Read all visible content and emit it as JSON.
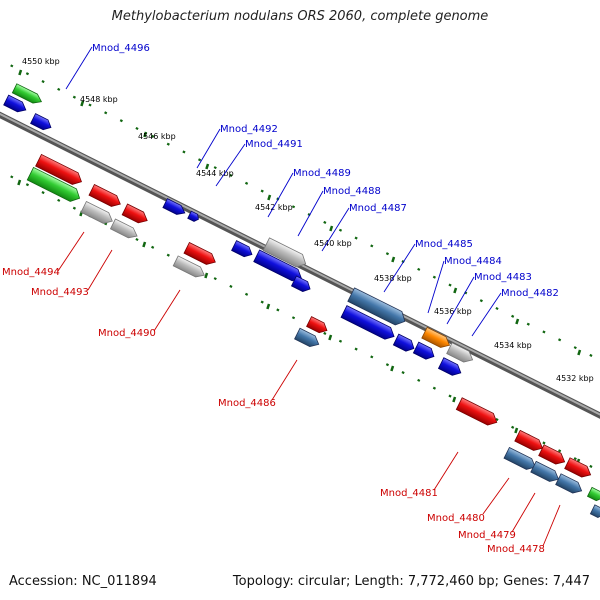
{
  "title": "Methylobacterium nodulans ORS 2060, complete genome",
  "footer": {
    "accession": "Accession: NC_011894",
    "summary": "Topology: circular; Length: 7,772,460 bp; Genes: 7,447"
  },
  "colors": {
    "forward_label": "#0000cc",
    "reverse_label": "#cc0000",
    "backbone": "#777777",
    "tick": "#116611",
    "blue": "#1010dd",
    "red": "#ee1111",
    "green": "#33cc33",
    "gray": "#bbbbbb",
    "steel": "#4477aa",
    "orange": "#ff8800"
  },
  "scale_ticks": [
    "4550 kbp",
    "4548 kbp",
    "4546 kbp",
    "4544 kbp",
    "4542 kbp",
    "4540 kbp",
    "4538 kbp",
    "4536 kbp",
    "4534 kbp",
    "4532 kbp"
  ],
  "gene_labels_forward": [
    "Mnod_4496",
    "Mnod_4492",
    "Mnod_4491",
    "Mnod_4489",
    "Mnod_4488",
    "Mnod_4487",
    "Mnod_4485",
    "Mnod_4484",
    "Mnod_4483",
    "Mnod_4482"
  ],
  "gene_labels_reverse": [
    "Mnod_4494",
    "Mnod_4493",
    "Mnod_4490",
    "Mnod_4486",
    "Mnod_4481",
    "Mnod_4480",
    "Mnod_4479",
    "Mnod_4478"
  ]
}
